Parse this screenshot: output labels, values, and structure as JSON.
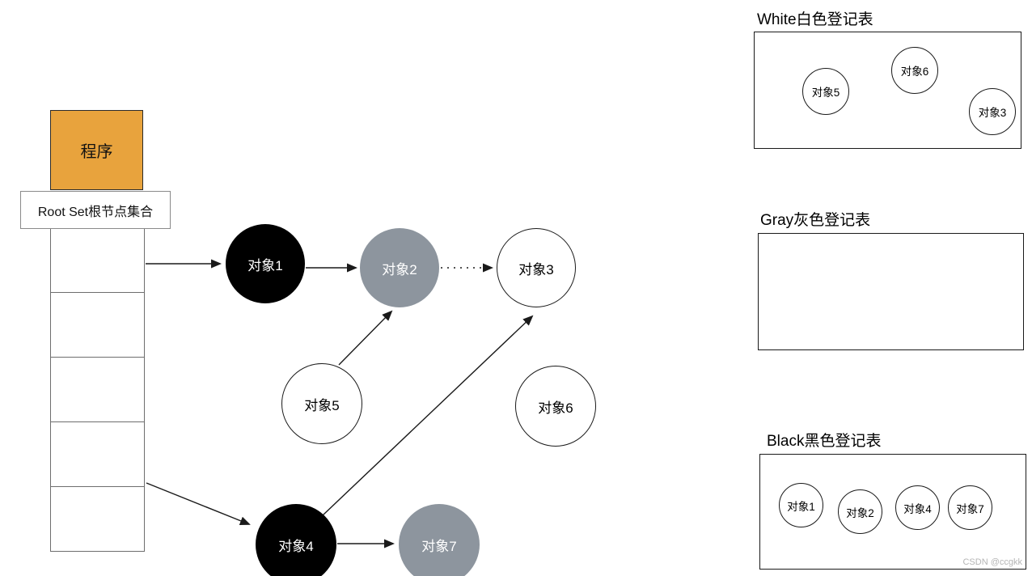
{
  "title": "tri-color mark garbage collection diagram",
  "program": {
    "label": "程序"
  },
  "root_set": {
    "label": "Root Set根节点集合",
    "cell_count": 5
  },
  "nodes": [
    {
      "id": "object1",
      "label": "对象1",
      "color": "black"
    },
    {
      "id": "object2",
      "label": "对象2",
      "color": "gray"
    },
    {
      "id": "object3",
      "label": "对象3",
      "color": "white"
    },
    {
      "id": "object4",
      "label": "对象4",
      "color": "black"
    },
    {
      "id": "object5",
      "label": "对象5",
      "color": "white"
    },
    {
      "id": "object6",
      "label": "对象6",
      "color": "white"
    },
    {
      "id": "object7",
      "label": "对象7",
      "color": "gray"
    }
  ],
  "edges": [
    {
      "from": "root-set-cell-1",
      "to": "object1",
      "style": "solid"
    },
    {
      "from": "object1",
      "to": "object2",
      "style": "solid"
    },
    {
      "from": "object2",
      "to": "object3",
      "style": "dotted"
    },
    {
      "from": "object5",
      "to": "object2",
      "style": "solid"
    },
    {
      "from": "object4",
      "to": "object3",
      "style": "solid"
    },
    {
      "from": "root-set-cell-4",
      "to": "object4",
      "style": "solid"
    },
    {
      "from": "object4",
      "to": "object7",
      "style": "solid"
    }
  ],
  "tables": {
    "white": {
      "title": "White白色登记表",
      "items": [
        "对象5",
        "对象6",
        "对象3"
      ]
    },
    "gray": {
      "title": "Gray灰色登记表",
      "items": []
    },
    "black": {
      "title": "Black黑色登记表",
      "items": [
        "对象1",
        "对象2",
        "对象4",
        "对象7"
      ]
    }
  },
  "watermark": "CSDN @ccgkk",
  "colors": {
    "program_fill": "#E8A33D",
    "gray_node_fill": "#8D959E",
    "black_node_fill": "#000000",
    "white_node_fill": "#FFFFFF",
    "line": "#1A1A1A",
    "watermark": "#B5B5B5"
  }
}
